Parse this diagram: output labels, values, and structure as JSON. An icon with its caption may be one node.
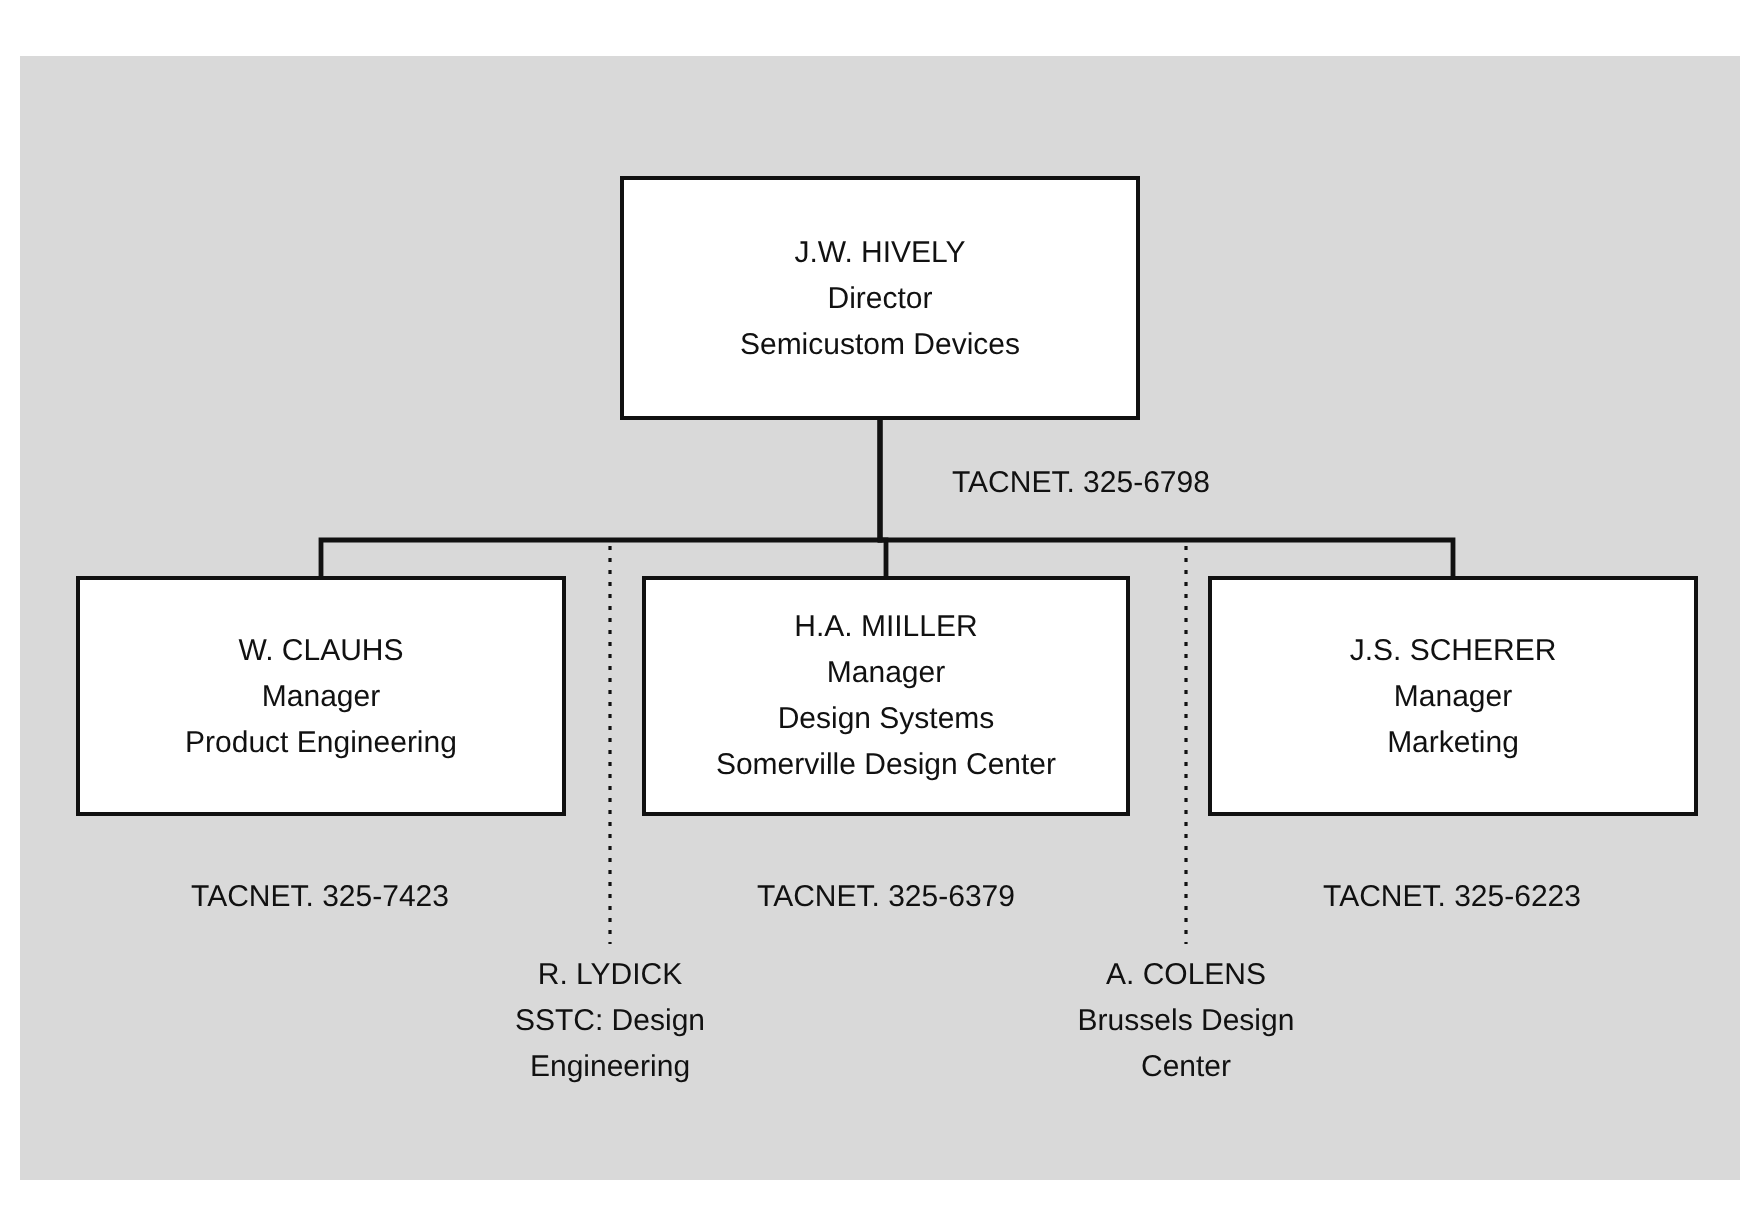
{
  "diagram": {
    "nodes": [
      {
        "text": [
          "J.W. HIVELY",
          "Director",
          "Semicustom Devices"
        ],
        "beside": [
          "TACNET. 325-6798"
        ]
      },
      {
        "text": [
          "W. CLAUHS",
          "Manager",
          "Product Engineering"
        ],
        "beside": [
          "TACNET. 325-7423"
        ]
      },
      {
        "text": [
          "H.A. MIILLER",
          "Manager",
          "Design Systems",
          "Somerville Design Center"
        ],
        "beside": [
          "TACNET. 325-6379"
        ]
      },
      {
        "text": [
          "J.S. SCHERER",
          "Manager",
          "Marketing"
        ],
        "beside": [
          "TACNET. 325-6223"
        ]
      },
      {
        "text": [
          "R. LYDICK",
          "SSTC: Design Engineering"
        ]
      },
      {
        "text": [
          "A. COLENS",
          "Brussels Design Center"
        ]
      }
    ],
    "edges": [
      {
        "from": 0,
        "to": 1,
        "arrow": "none"
      },
      {
        "from": 0,
        "to": 2,
        "arrow": "none"
      },
      {
        "from": 0,
        "to": 3,
        "arrow": "none"
      },
      {
        "from": 0,
        "to": 4,
        "arrow": "none",
        "style": "dashed"
      },
      {
        "from": 0,
        "to": 5,
        "arrow": "none",
        "style": "dashed"
      }
    ]
  }
}
